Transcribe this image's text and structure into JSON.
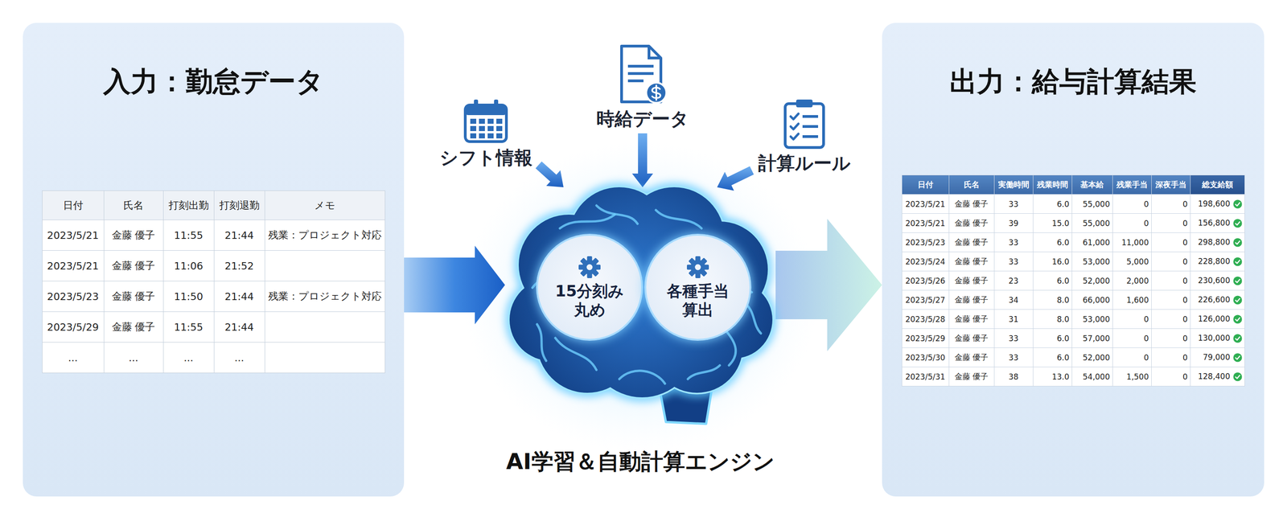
{
  "diagram": {
    "nodes": [
      {
        "text": [
          "入力：勤怠データ"
        ]
      },
      {
        "text": [
          "シフト情報"
        ]
      },
      {
        "text": [
          "時給データ"
        ]
      },
      {
        "text": [
          "計算ルール"
        ]
      },
      {
        "text": [
          "AI学習＆自動計算エンジン"
        ]
      },
      {
        "text": [
          "15分刻み 丸め"
        ],
        "in": 4
      },
      {
        "text": [
          "各種手当 算出"
        ],
        "in": 4
      },
      {
        "text": [
          "出力：給与計算結果"
        ]
      }
    ],
    "edges": [
      {
        "from": 0,
        "to": 4,
        "arrow": "to"
      },
      {
        "from": 1,
        "to": 4,
        "arrow": "to"
      },
      {
        "from": 2,
        "to": 4,
        "arrow": "to"
      },
      {
        "from": 3,
        "to": 4,
        "arrow": "to"
      },
      {
        "from": 4,
        "to": 7,
        "arrow": "to"
      }
    ],
    "labels": [
      "日付",
      "氏名",
      "打刻出勤",
      "打刻退勤",
      "メモ",
      "2023/5/21",
      "金藤 優子",
      "11:55",
      "21:44",
      "残業：プロジェクト対応",
      "2023/5/21",
      "金藤 優子",
      "11:06",
      "21:52",
      "2023/5/23",
      "金藤 優子",
      "11:50",
      "21:44",
      "残業：プロジェクト対応",
      "2023/5/29",
      "金藤 優子",
      "11:55",
      "21:44",
      "...",
      "...",
      "...",
      "...",
      "日付",
      "氏名",
      "実働時間",
      "残業時間",
      "基本給",
      "残業手当",
      "深夜手当",
      "総支給額",
      "2023/5/21",
      "金藤 優子",
      "33",
      "6.0",
      "55,000",
      "0",
      "0",
      "198,600",
      "2023/5/21",
      "金藤 優子",
      "39",
      "15.0",
      "55,000",
      "0",
      "0",
      "156,800",
      "2023/5/23",
      "金藤 優子",
      "33",
      "6.0",
      "61,000",
      "11,000",
      "0",
      "298,800",
      "2023/5/24",
      "金藤 優子",
      "33",
      "16.0",
      "53,000",
      "5,000",
      "0",
      "228,800",
      "2023/5/26",
      "金藤 優子",
      "23",
      "6.0",
      "52,000",
      "2,000",
      "0",
      "230,600",
      "2023/5/27",
      "金藤 優子",
      "34",
      "8.0",
      "66,000",
      "1,600",
      "0",
      "226,600",
      "2023/5/28",
      "金藤 優子",
      "31",
      "8.0",
      "53,000",
      "0",
      "0",
      "126,000",
      "2023/5/29",
      "金藤 優子",
      "33",
      "6.0",
      "57,000",
      "0",
      "0",
      "130,000",
      "2023/5/30",
      "金藤 優子",
      "33",
      "6.0",
      "52,000",
      "0",
      "0",
      "79,000",
      "2023/5/31",
      "金藤 優子",
      "38",
      "13.0",
      "54,000",
      "1,500",
      "0",
      "128,400"
    ]
  }
}
